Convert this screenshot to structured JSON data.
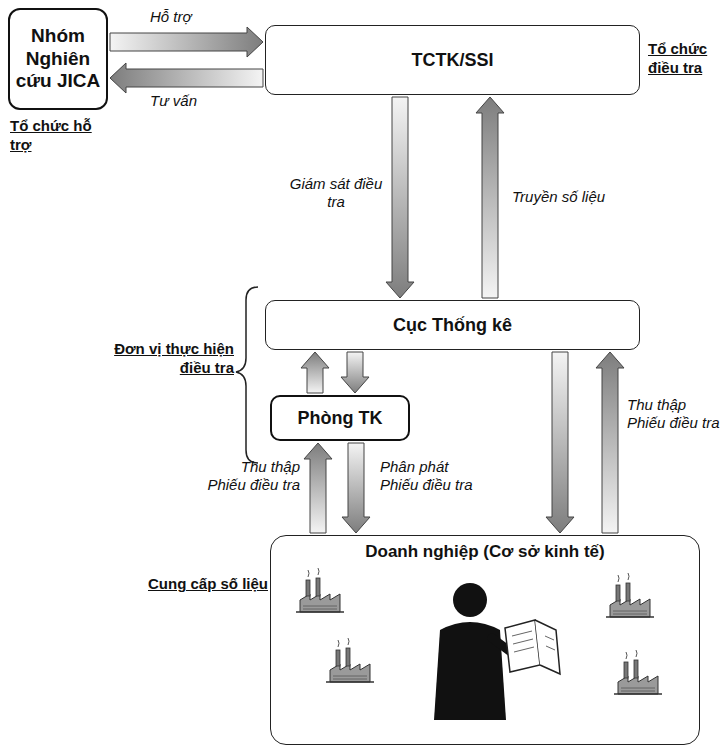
{
  "diagram": {
    "nodes": [
      {
        "text": [
          "Nhóm Nghiên cứu JICA"
        ]
      },
      {
        "text": [
          "TCTK/SSI"
        ]
      },
      {
        "text": [
          "Cục Thống kê"
        ]
      },
      {
        "text": [
          "Phòng TK"
        ]
      },
      {
        "text": [
          "Doanh nghiệp (Cơ sở kinh tế)"
        ]
      }
    ],
    "edges": [
      {
        "from": 0,
        "to": 1,
        "label": "Hỗ trợ",
        "arrow": "to"
      },
      {
        "from": 1,
        "to": 0,
        "label": "Tư vấn",
        "arrow": "to"
      },
      {
        "from": 1,
        "to": 2,
        "label": "Giám sát điều tra",
        "arrow": "to"
      },
      {
        "from": 2,
        "to": 1,
        "label": "Truyền số liệu",
        "arrow": "to"
      },
      {
        "from": 3,
        "to": 2,
        "arrow": "to"
      },
      {
        "from": 2,
        "to": 3,
        "arrow": "to"
      },
      {
        "from": 4,
        "to": 3,
        "label": "Thu thập Phiếu điều tra",
        "arrow": "to"
      },
      {
        "from": 3,
        "to": 4,
        "label": "Phân phát Phiếu điều tra",
        "arrow": "to"
      },
      {
        "from": 2,
        "to": 4,
        "arrow": "to"
      },
      {
        "from": 4,
        "to": 2,
        "label": "Thu thập Phiếu điều tra",
        "arrow": "to"
      }
    ],
    "labels": [
      "Tổ chức hỗ trợ",
      "Tổ chức điều tra",
      "Đơn vị thực hiện điều tra",
      "Cung cấp số liệu"
    ]
  }
}
